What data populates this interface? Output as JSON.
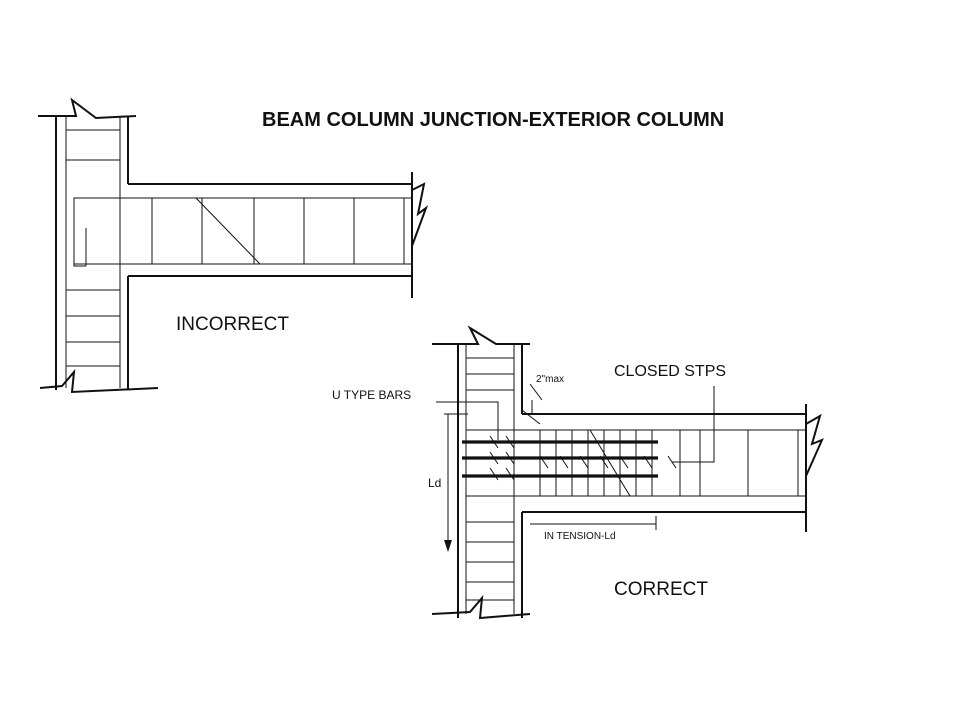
{
  "title": "BEAM COLUMN JUNCTION-EXTERIOR COLUMN",
  "incorrect": {
    "label": "INCORRECT"
  },
  "correct": {
    "label": "CORRECT",
    "u_type_bars": "U TYPE BARS",
    "closed_stps": "CLOSED STPS",
    "two_inch_max": "2\"max",
    "ld": "Ld",
    "in_tension": "IN TENSION-Ld"
  }
}
